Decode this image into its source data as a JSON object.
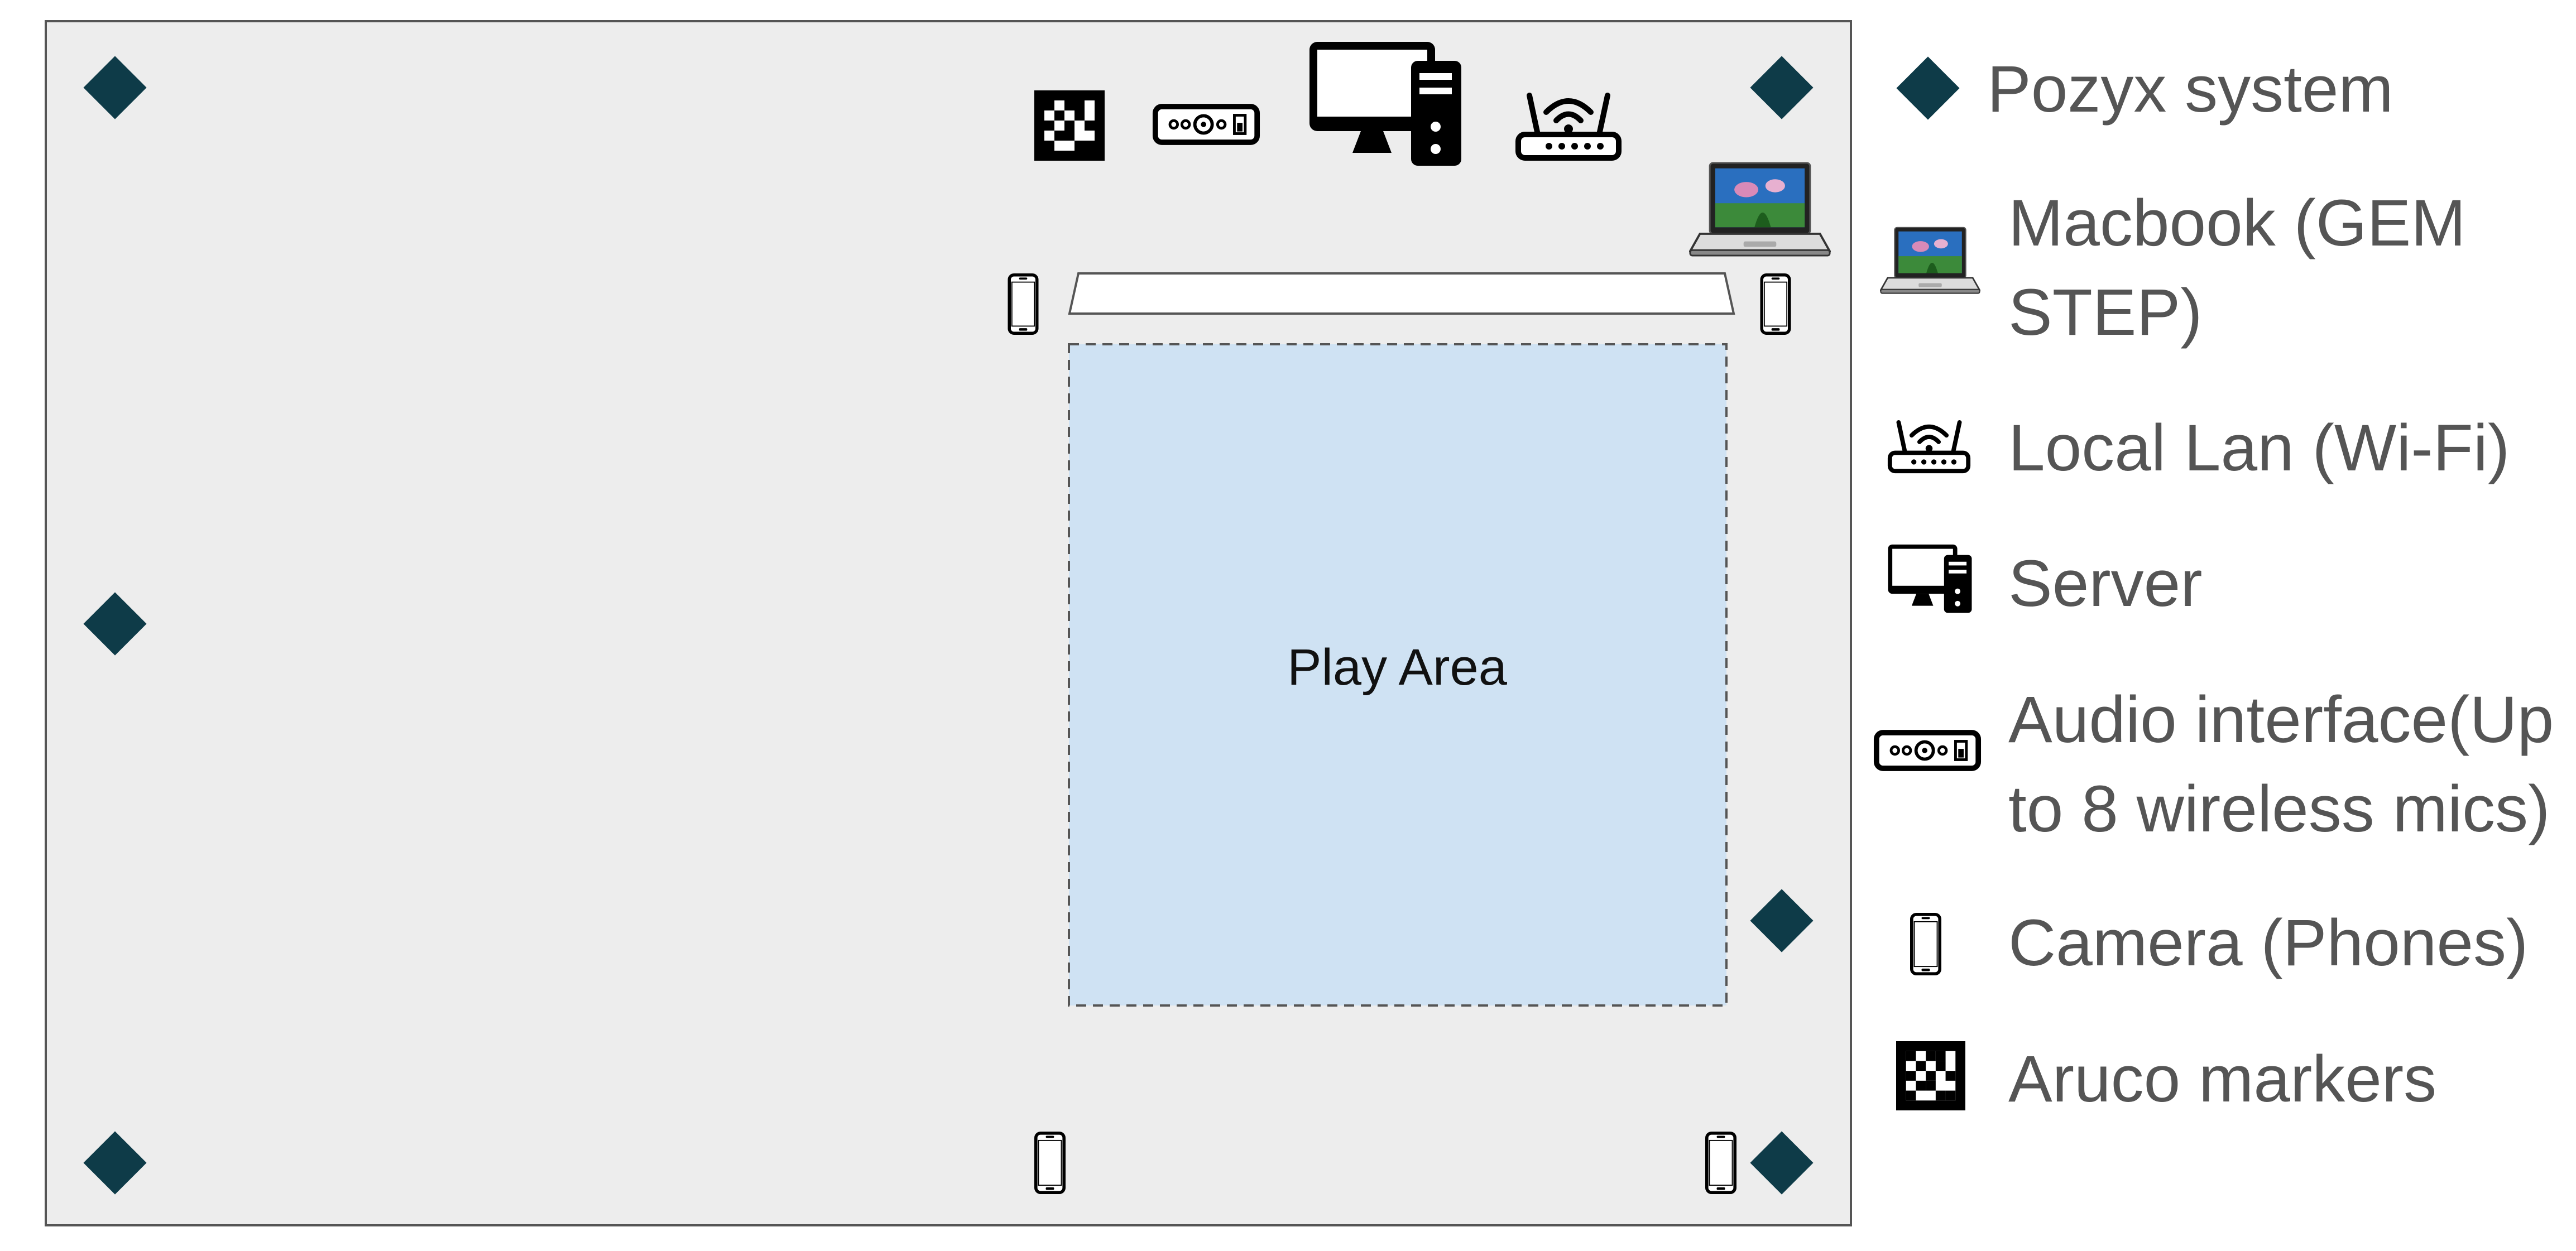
{
  "colors": {
    "room_fill": "#ededed",
    "room_border": "#555555",
    "play_area_fill": "#cfe2f3",
    "anchor": "#0e3b48",
    "icon": "#000000",
    "legend_text": "#555555"
  },
  "room": {
    "play_area_label": "Play Area"
  },
  "icons": {
    "pozyx": "diamond-anchor-icon",
    "macbook": "laptop-icon",
    "router": "wifi-router-icon",
    "server": "desktop-computer-icon",
    "audio": "audio-interface-icon",
    "camera": "smartphone-icon",
    "aruco": "aruco-marker-icon"
  },
  "legend": [
    {
      "icon": "pozyx",
      "lines": [
        "Pozyx system"
      ]
    },
    {
      "icon": "macbook",
      "lines": [
        "Macbook (GEM",
        "STEP)"
      ]
    },
    {
      "icon": "router",
      "lines": [
        "Local Lan (Wi-Fi)"
      ]
    },
    {
      "icon": "server",
      "lines": [
        "Server"
      ]
    },
    {
      "icon": "audio",
      "lines": [
        "Audio interface(Up",
        "to 8 wireless mics)"
      ]
    },
    {
      "icon": "camera",
      "lines": [
        "Camera (Phones)"
      ]
    },
    {
      "icon": "aruco",
      "lines": [
        "Aruco markers"
      ]
    }
  ]
}
